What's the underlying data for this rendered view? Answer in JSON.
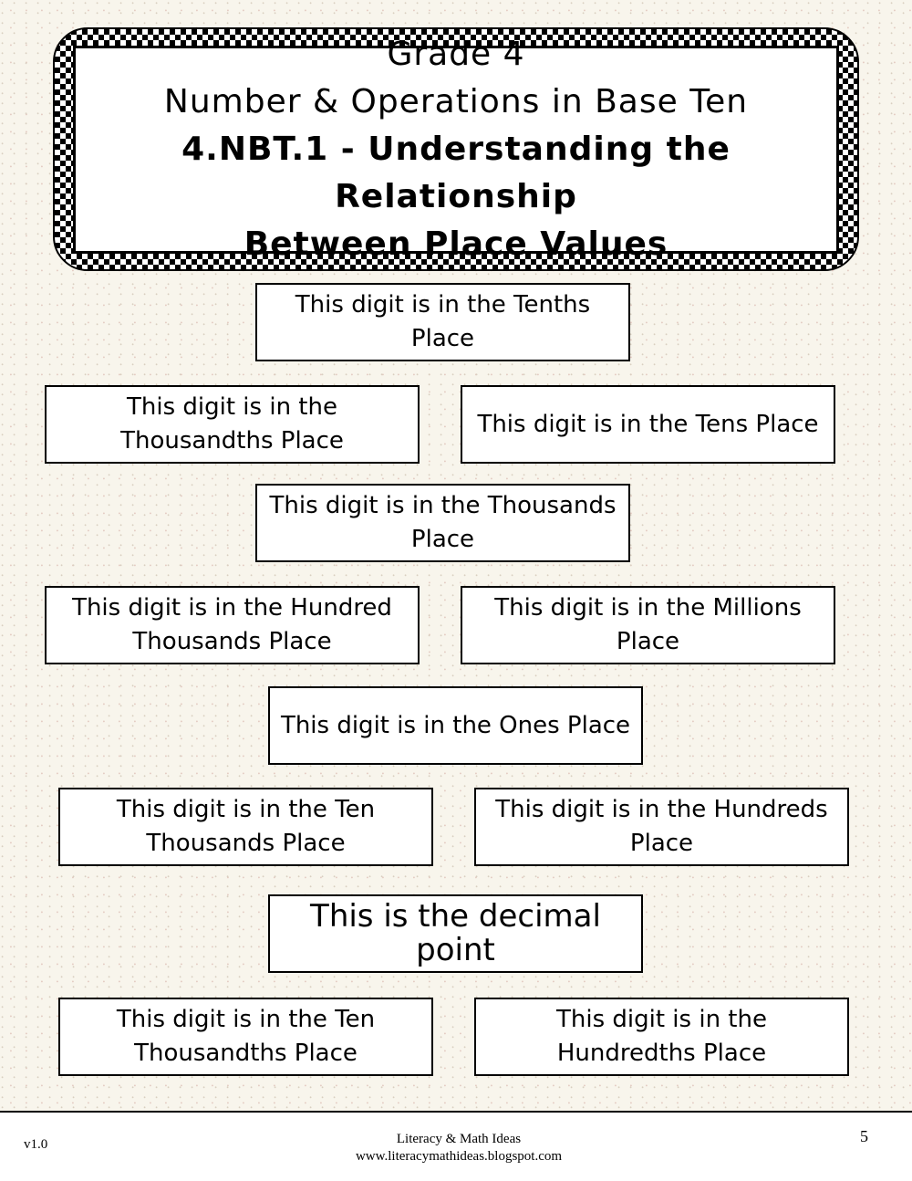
{
  "header": {
    "grade": "Grade 4",
    "domain": "Number & Operations in Base Ten",
    "standard_line1": "4.NBT.1 - Understanding the Relationship",
    "standard_line2": "Between Place Values"
  },
  "cards": [
    "This digit is in the Tenths Place",
    "This digit is in the Thousandths Place",
    "This digit is in the Tens Place",
    "This digit is in the Thousands Place",
    "This digit is in the Hundred Thousands Place",
    "This digit is in the Millions Place",
    "This digit is in the Ones Place",
    "This digit is in the Ten Thousands Place",
    "This digit is in the Hundreds Place",
    "This is the decimal point",
    "This digit is in the Ten Thousandths Place",
    "This digit is in the Hundredths Place"
  ],
  "footer": {
    "version": "v1.0",
    "site_name": "Literacy & Math Ideas",
    "url": "www.literacymathideas.blogspot.com",
    "page_number": "5"
  }
}
